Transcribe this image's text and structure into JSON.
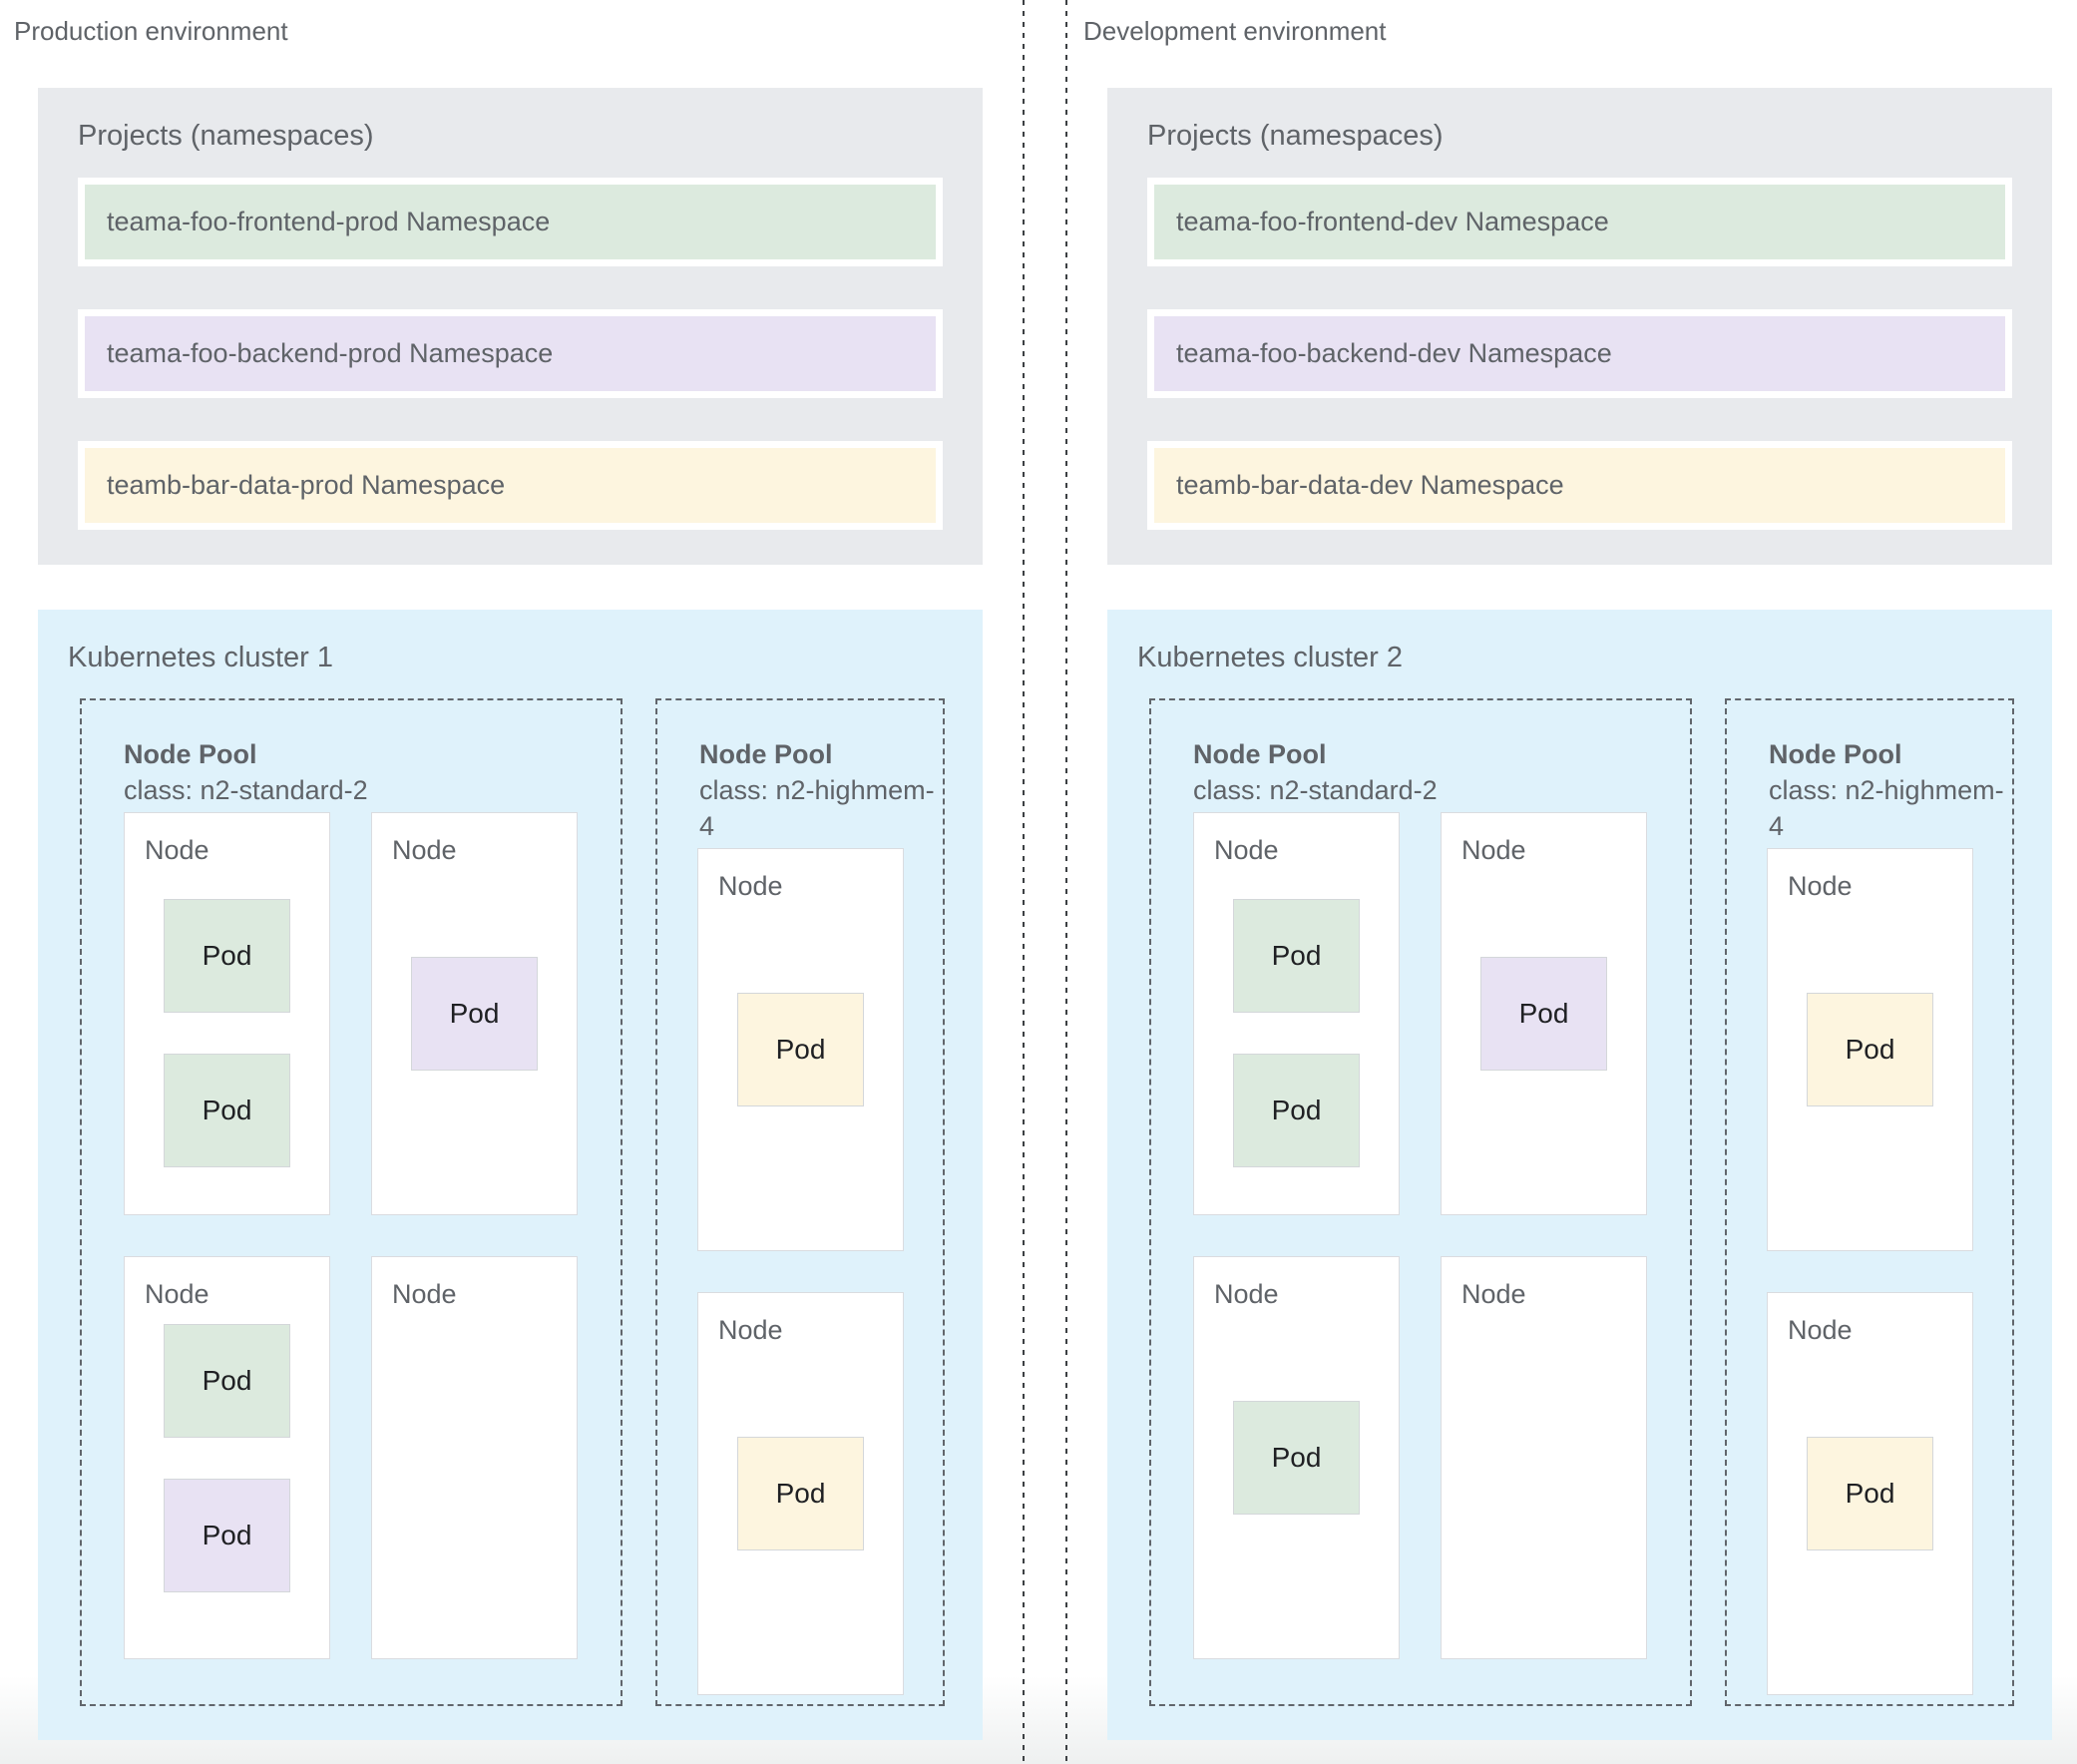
{
  "colors": {
    "green": "#dceade",
    "purple": "#e8e2f3",
    "yellow": "#fdf5df",
    "cluster_bg": "#dff2fb",
    "projects_bg": "#e8eaed",
    "label_text": "#5f6368",
    "pod_text": "#1f2023"
  },
  "environments": [
    {
      "id": "production",
      "label": "Production environment",
      "projects": {
        "title": "Projects (namespaces)",
        "namespaces": [
          {
            "label": "teama-foo-frontend-prod Namespace",
            "color": "green"
          },
          {
            "label": "teama-foo-backend-prod Namespace",
            "color": "purple"
          },
          {
            "label": "teamb-bar-data-prod Namespace",
            "color": "yellow"
          }
        ]
      },
      "cluster": {
        "title": "Kubernetes cluster 1",
        "node_pools": [
          {
            "title": "Node Pool",
            "class_label": "class: n2-standard-2",
            "size": "standard",
            "nodes": [
              {
                "label": "Node",
                "pod_alignment": "top",
                "pods": [
                  {
                    "label": "Pod",
                    "color": "green"
                  },
                  {
                    "label": "Pod",
                    "color": "green"
                  }
                ]
              },
              {
                "label": "Node",
                "pod_alignment": "center",
                "pods": [
                  {
                    "label": "Pod",
                    "color": "purple"
                  }
                ]
              },
              {
                "label": "Node",
                "pod_alignment": "center",
                "pods": [
                  {
                    "label": "Pod",
                    "color": "green"
                  },
                  {
                    "label": "Pod",
                    "color": "purple"
                  }
                ]
              },
              {
                "label": "Node",
                "pod_alignment": "center",
                "pods": []
              }
            ]
          },
          {
            "title": "Node Pool",
            "class_label": "class: n2-highmem-4",
            "size": "highmem",
            "nodes": [
              {
                "label": "Node",
                "pod_alignment": "center",
                "pods": [
                  {
                    "label": "Pod",
                    "color": "yellow"
                  }
                ]
              },
              {
                "label": "Node",
                "pod_alignment": "center",
                "pods": [
                  {
                    "label": "Pod",
                    "color": "yellow"
                  }
                ]
              }
            ]
          }
        ]
      }
    },
    {
      "id": "development",
      "label": "Development environment",
      "projects": {
        "title": "Projects (namespaces)",
        "namespaces": [
          {
            "label": "teama-foo-frontend-dev Namespace",
            "color": "green"
          },
          {
            "label": "teama-foo-backend-dev Namespace",
            "color": "purple"
          },
          {
            "label": "teamb-bar-data-dev Namespace",
            "color": "yellow"
          }
        ]
      },
      "cluster": {
        "title": "Kubernetes cluster 2",
        "node_pools": [
          {
            "title": "Node Pool",
            "class_label": "class: n2-standard-2",
            "size": "standard",
            "nodes": [
              {
                "label": "Node",
                "pod_alignment": "top",
                "pods": [
                  {
                    "label": "Pod",
                    "color": "green"
                  },
                  {
                    "label": "Pod",
                    "color": "green"
                  }
                ]
              },
              {
                "label": "Node",
                "pod_alignment": "center",
                "pods": [
                  {
                    "label": "Pod",
                    "color": "purple"
                  }
                ]
              },
              {
                "label": "Node",
                "pod_alignment": "center",
                "pods": [
                  {
                    "label": "Pod",
                    "color": "green"
                  }
                ]
              },
              {
                "label": "Node",
                "pod_alignment": "center",
                "pods": []
              }
            ]
          },
          {
            "title": "Node Pool",
            "class_label": "class: n2-highmem-4",
            "size": "highmem",
            "nodes": [
              {
                "label": "Node",
                "pod_alignment": "center",
                "pods": [
                  {
                    "label": "Pod",
                    "color": "yellow"
                  }
                ]
              },
              {
                "label": "Node",
                "pod_alignment": "center",
                "pods": [
                  {
                    "label": "Pod",
                    "color": "yellow"
                  }
                ]
              }
            ]
          }
        ]
      }
    }
  ]
}
